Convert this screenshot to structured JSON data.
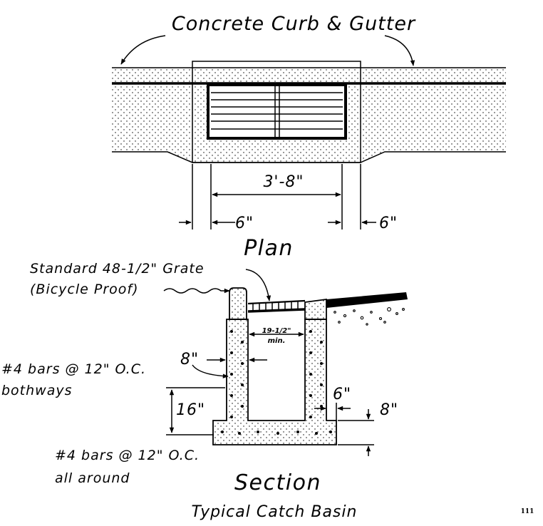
{
  "labels": {
    "curb_gutter": "Concrete Curb & Gutter",
    "width_dim": "3'-8\"",
    "left_offset": "6\"",
    "right_offset": "6\"",
    "plan": "Plan",
    "grate_line1": "Standard 48-1/2\" Grate",
    "grate_line2": "(Bicycle Proof)",
    "inner_width": "19-1/2\"",
    "inner_width_note": "min.",
    "wall_thickness": "8\"",
    "wall_bars_line1": "#4 bars @ 12\" O.C.",
    "wall_bars_line2": "bothways",
    "depth": "16\"",
    "base_offset": "6\"",
    "base_thickness": "8\"",
    "base_bars_line1": "#4 bars @ 12\" O.C.",
    "base_bars_line2": "all around",
    "section": "Section",
    "caption": "Typical Catch Basin",
    "page_number": "111"
  }
}
